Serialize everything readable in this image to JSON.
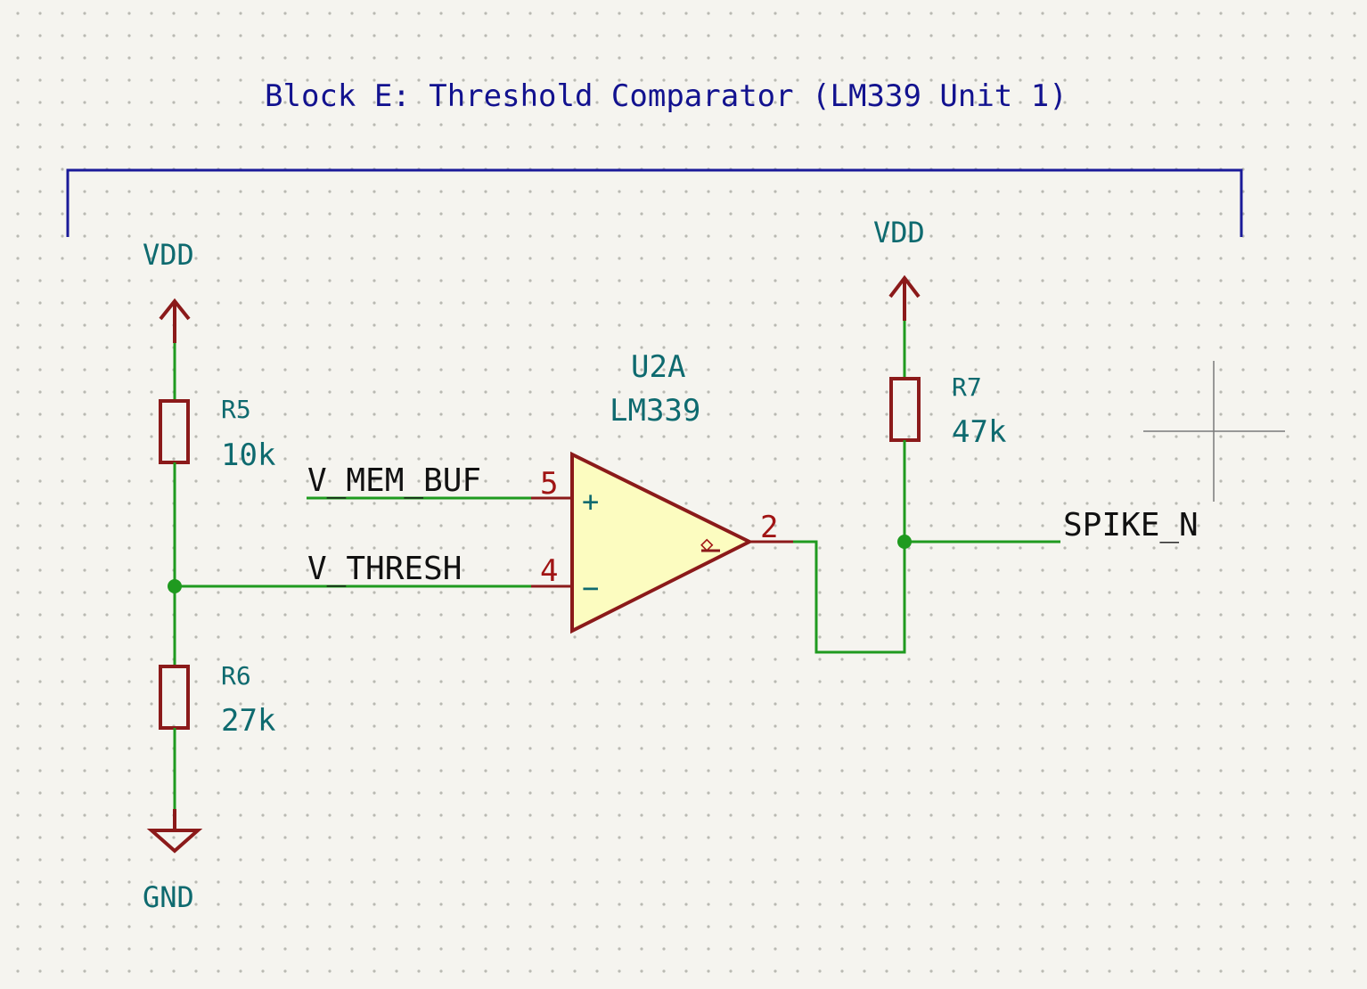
{
  "block_title": "Block E: Threshold Comparator (LM339 Unit 1)",
  "power": {
    "vdd_left": "VDD",
    "vdd_right": "VDD",
    "gnd": "GND"
  },
  "resistors": {
    "r5": {
      "ref": "R5",
      "value": "10k"
    },
    "r6": {
      "ref": "R6",
      "value": "27k"
    },
    "r7": {
      "ref": "R7",
      "value": "47k"
    }
  },
  "comparator": {
    "ref": "U2A",
    "part": "LM339",
    "pin_noninv": "5",
    "pin_inv": "4",
    "pin_out": "2",
    "plus_sign": "+",
    "minus_sign": "−",
    "open_collector_mark": "◇"
  },
  "nets": {
    "mem_buf": "V_MEM_BUF",
    "thresh": "V_THRESH",
    "spike": "SPIKE_N"
  },
  "colors": {
    "wire": "#1f9a1f",
    "symbol": "#8b1a1a",
    "symbol_fill": "#fcfcc0",
    "ref_text": "#0e6a6f",
    "title_text": "#12128f",
    "background": "#f5f4ef"
  }
}
